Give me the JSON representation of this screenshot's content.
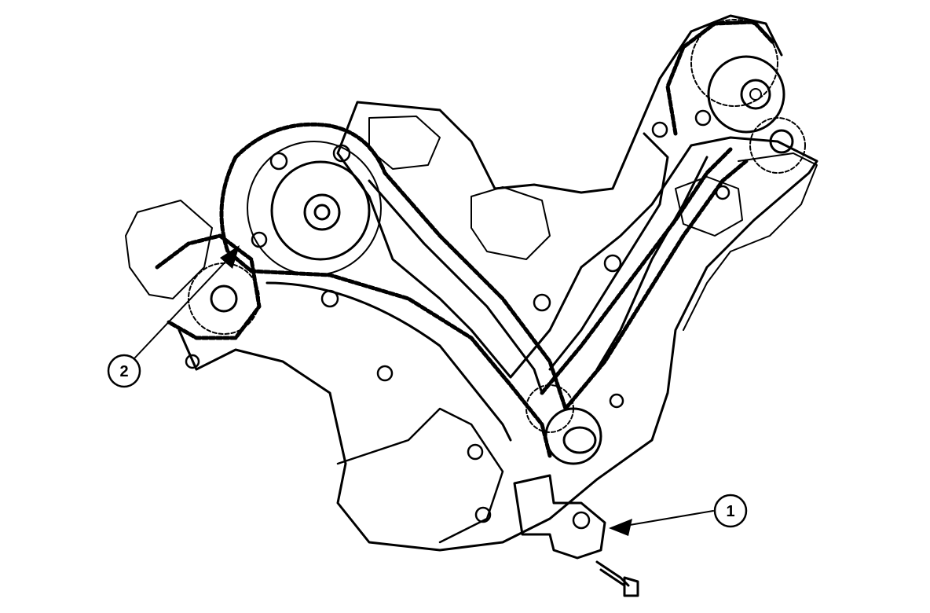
{
  "callouts": [
    {
      "id": "callout-1",
      "label": "1"
    },
    {
      "id": "callout-2",
      "label": "2"
    }
  ],
  "colors": {
    "ink": "#000000",
    "paper": "#ffffff"
  }
}
